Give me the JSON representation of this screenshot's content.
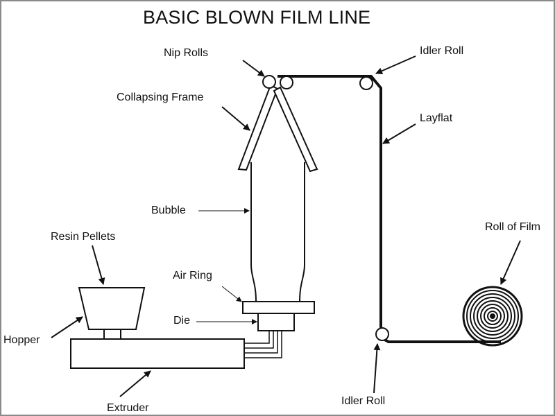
{
  "title": "BASIC BLOWN FILM LINE",
  "labels": {
    "nip_rolls": "Nip Rolls",
    "idler_roll_top": "Idler Roll",
    "collapsing_frame": "Collapsing Frame",
    "layflat": "Layflat",
    "bubble": "Bubble",
    "roll_of_film": "Roll of Film",
    "resin_pellets": "Resin Pellets",
    "air_ring": "Air Ring",
    "die": "Die",
    "hopper": "Hopper",
    "extruder": "Extruder",
    "idler_roll_bottom": "Idler Roll"
  },
  "colors": {
    "ink": "#111111",
    "frame": "#8a8a8a",
    "background": "#ffffff"
  }
}
